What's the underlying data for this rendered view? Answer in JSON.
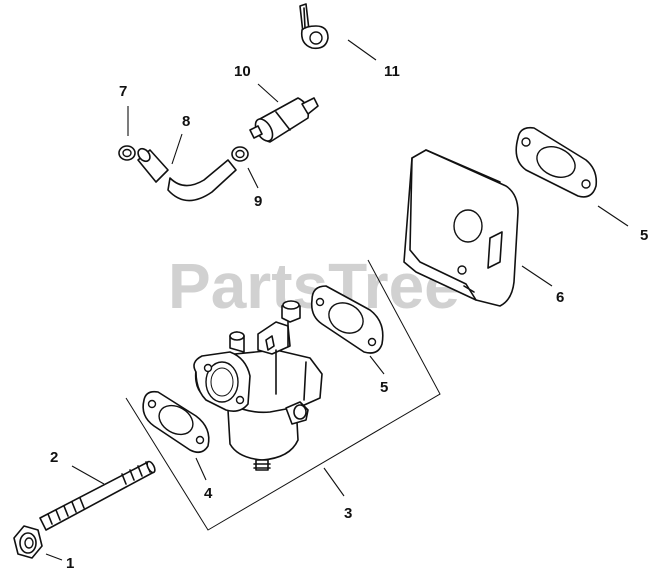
{
  "watermark": "PartsTree",
  "callouts": {
    "c1": "1",
    "c2": "2",
    "c3": "3",
    "c4": "4",
    "c5a": "5",
    "c5b": "5",
    "c6": "6",
    "c7": "7",
    "c8": "8",
    "c9": "9",
    "c10": "10",
    "c11": "11"
  }
}
